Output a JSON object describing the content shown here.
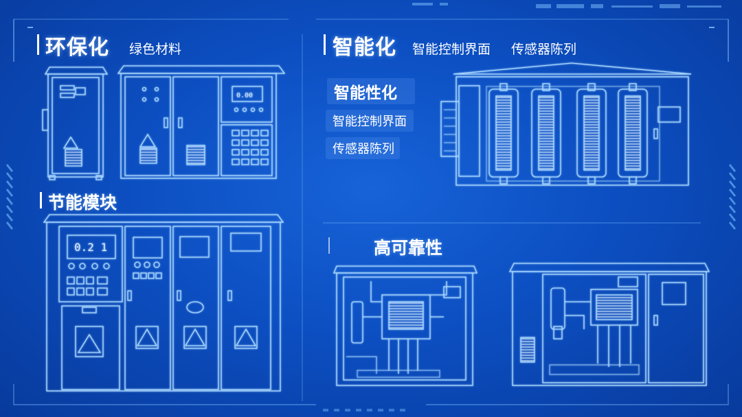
{
  "sections": {
    "eco": {
      "title": "环保化",
      "subtitle": "绿色材料"
    },
    "smart": {
      "title": "智能化",
      "subtitle_1": "智能控制界面",
      "subtitle_2": "传感器陈列"
    },
    "smart_panel": {
      "heading": "智能性化",
      "item_1": "智能控制界面",
      "item_2": "传感器陈列"
    },
    "energy": {
      "title": "节能模块"
    },
    "reliability": {
      "title": "高可靠性"
    }
  },
  "colors": {
    "background": "#0c4fc2",
    "line": "#9fd3ff",
    "text": "#ffffff"
  }
}
